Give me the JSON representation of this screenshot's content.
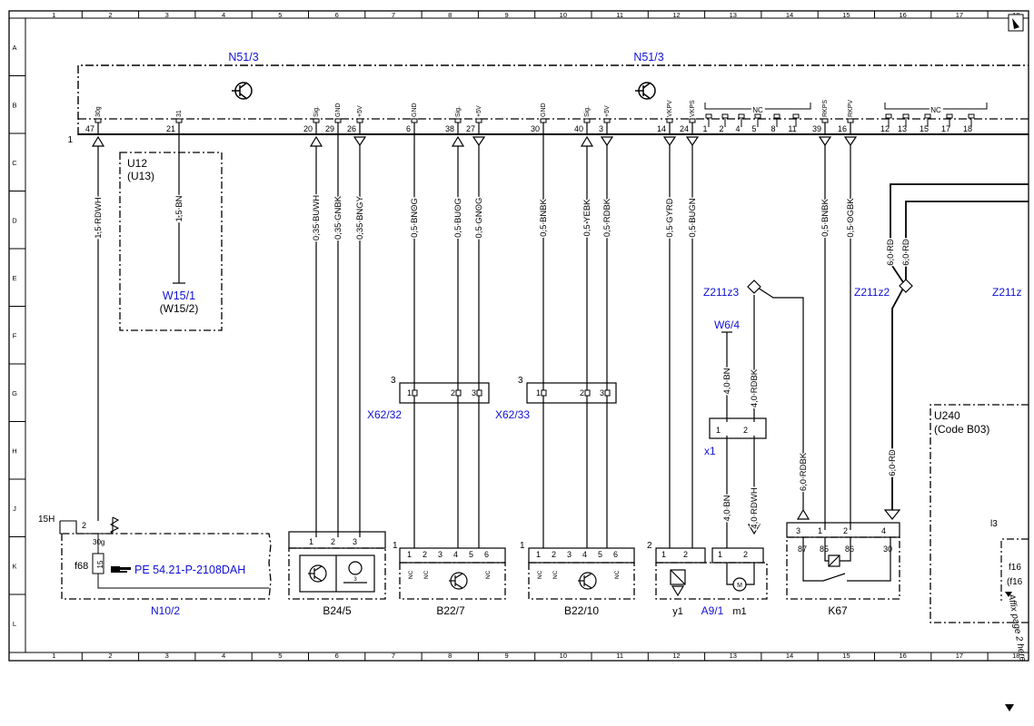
{
  "border": {
    "columns": [
      "1",
      "2",
      "3",
      "4",
      "5",
      "6",
      "7",
      "8",
      "9",
      "10",
      "11",
      "12",
      "13",
      "14",
      "15",
      "16",
      "17",
      "18"
    ],
    "rows": [
      "A",
      "B",
      "C",
      "D",
      "E",
      "F",
      "G",
      "H",
      "J",
      "K",
      "L"
    ]
  },
  "ecu": {
    "name_left": "N51/3",
    "name_right": "N51/3",
    "bus_ref": "1"
  },
  "pins": [
    {
      "label": "30g",
      "num": "47"
    },
    {
      "label": "31",
      "num": "21"
    },
    {
      "label": "Sig.",
      "num": "20"
    },
    {
      "label": "GND",
      "num": "29"
    },
    {
      "label": "+5V",
      "num": "26"
    },
    {
      "label": "GND",
      "num": "6"
    },
    {
      "label": "Sig.",
      "num": "38"
    },
    {
      "label": "+5V",
      "num": "27"
    },
    {
      "label": "GND",
      "num": "30"
    },
    {
      "label": "Sig.",
      "num": "40"
    },
    {
      "label": "+5V",
      "num": "3"
    },
    {
      "label": "VKPV",
      "num": "14"
    },
    {
      "label": "VKPS",
      "num": "24"
    },
    {
      "label": "RKPS",
      "num": "39"
    },
    {
      "label": "RKPV",
      "num": "16"
    }
  ],
  "nc": {
    "label": "NC",
    "group1": [
      "1",
      "2",
      "4",
      "5",
      "8",
      "11"
    ],
    "group2": [
      "12",
      "13",
      "15",
      "17",
      "18"
    ]
  },
  "wires": [
    "1,5 RDWH",
    "1,5 BN",
    "0,35 BUWH",
    "0,35 GNBK",
    "0,35 BNGY",
    "0,5 BNOG",
    "0,5 BUOG",
    "0,5 GNOG",
    "0,5 BNBK",
    "0,5 YEBK",
    "0,5 RDBK",
    "0,5 GYRD",
    "0,5 BUGN",
    "0,5 BNBK",
    "0,5 OGBK",
    "6,0 RD",
    "6,0 RD",
    "4,0 BN",
    "4,0 RDBK",
    "4,0 BN",
    "4,0 RDWH",
    "6,0 RDBK",
    "6,0 RD"
  ],
  "labels": {
    "u12": "U12",
    "u13": "(U13)",
    "w15_1": "W15/1",
    "w15_2": "(W15/2)",
    "x62_32": "X62/32",
    "x62_33": "X62/33",
    "z211z3": "Z211z3",
    "z211z2": "Z211z2",
    "z211_cut": "Z211z",
    "w6_4": "W6/4",
    "x1": "x1",
    "u240": "U240",
    "code": "(Code B03)",
    "l3": "l3",
    "f15h": "15H",
    "f68": "f68",
    "pe_ref": "PE 54.21-P-2108DAH",
    "n10_2": "N10/2",
    "b24_5": "B24/5",
    "b22_7": "B22/7",
    "b22_10": "B22/10",
    "y1": "y1",
    "a9_1": "A9/1",
    "m1": "m1",
    "k67": "K67",
    "f16a": "f16",
    "f16b": "(f16",
    "affix": "Affix page 2 here"
  },
  "connector_pins": {
    "x62_ref": "3",
    "x62_pins": [
      "1",
      "2",
      "3"
    ],
    "x1_pins": [
      "1",
      "2"
    ],
    "sensor_ref": "1",
    "sensor_pins": [
      "1",
      "2",
      "3",
      "4",
      "5",
      "6"
    ],
    "sensor_nc": "NC",
    "b24_pins": [
      "1",
      "2",
      "3"
    ],
    "n10_pins": [
      "2",
      "30g",
      "15"
    ],
    "a9_ref": "2",
    "a9_pins": [
      "1",
      "2",
      "1",
      "2"
    ],
    "k67_top": [
      "3",
      "1",
      "2",
      "4"
    ],
    "k67_bot": [
      "87",
      "85",
      "86",
      "30"
    ]
  }
}
